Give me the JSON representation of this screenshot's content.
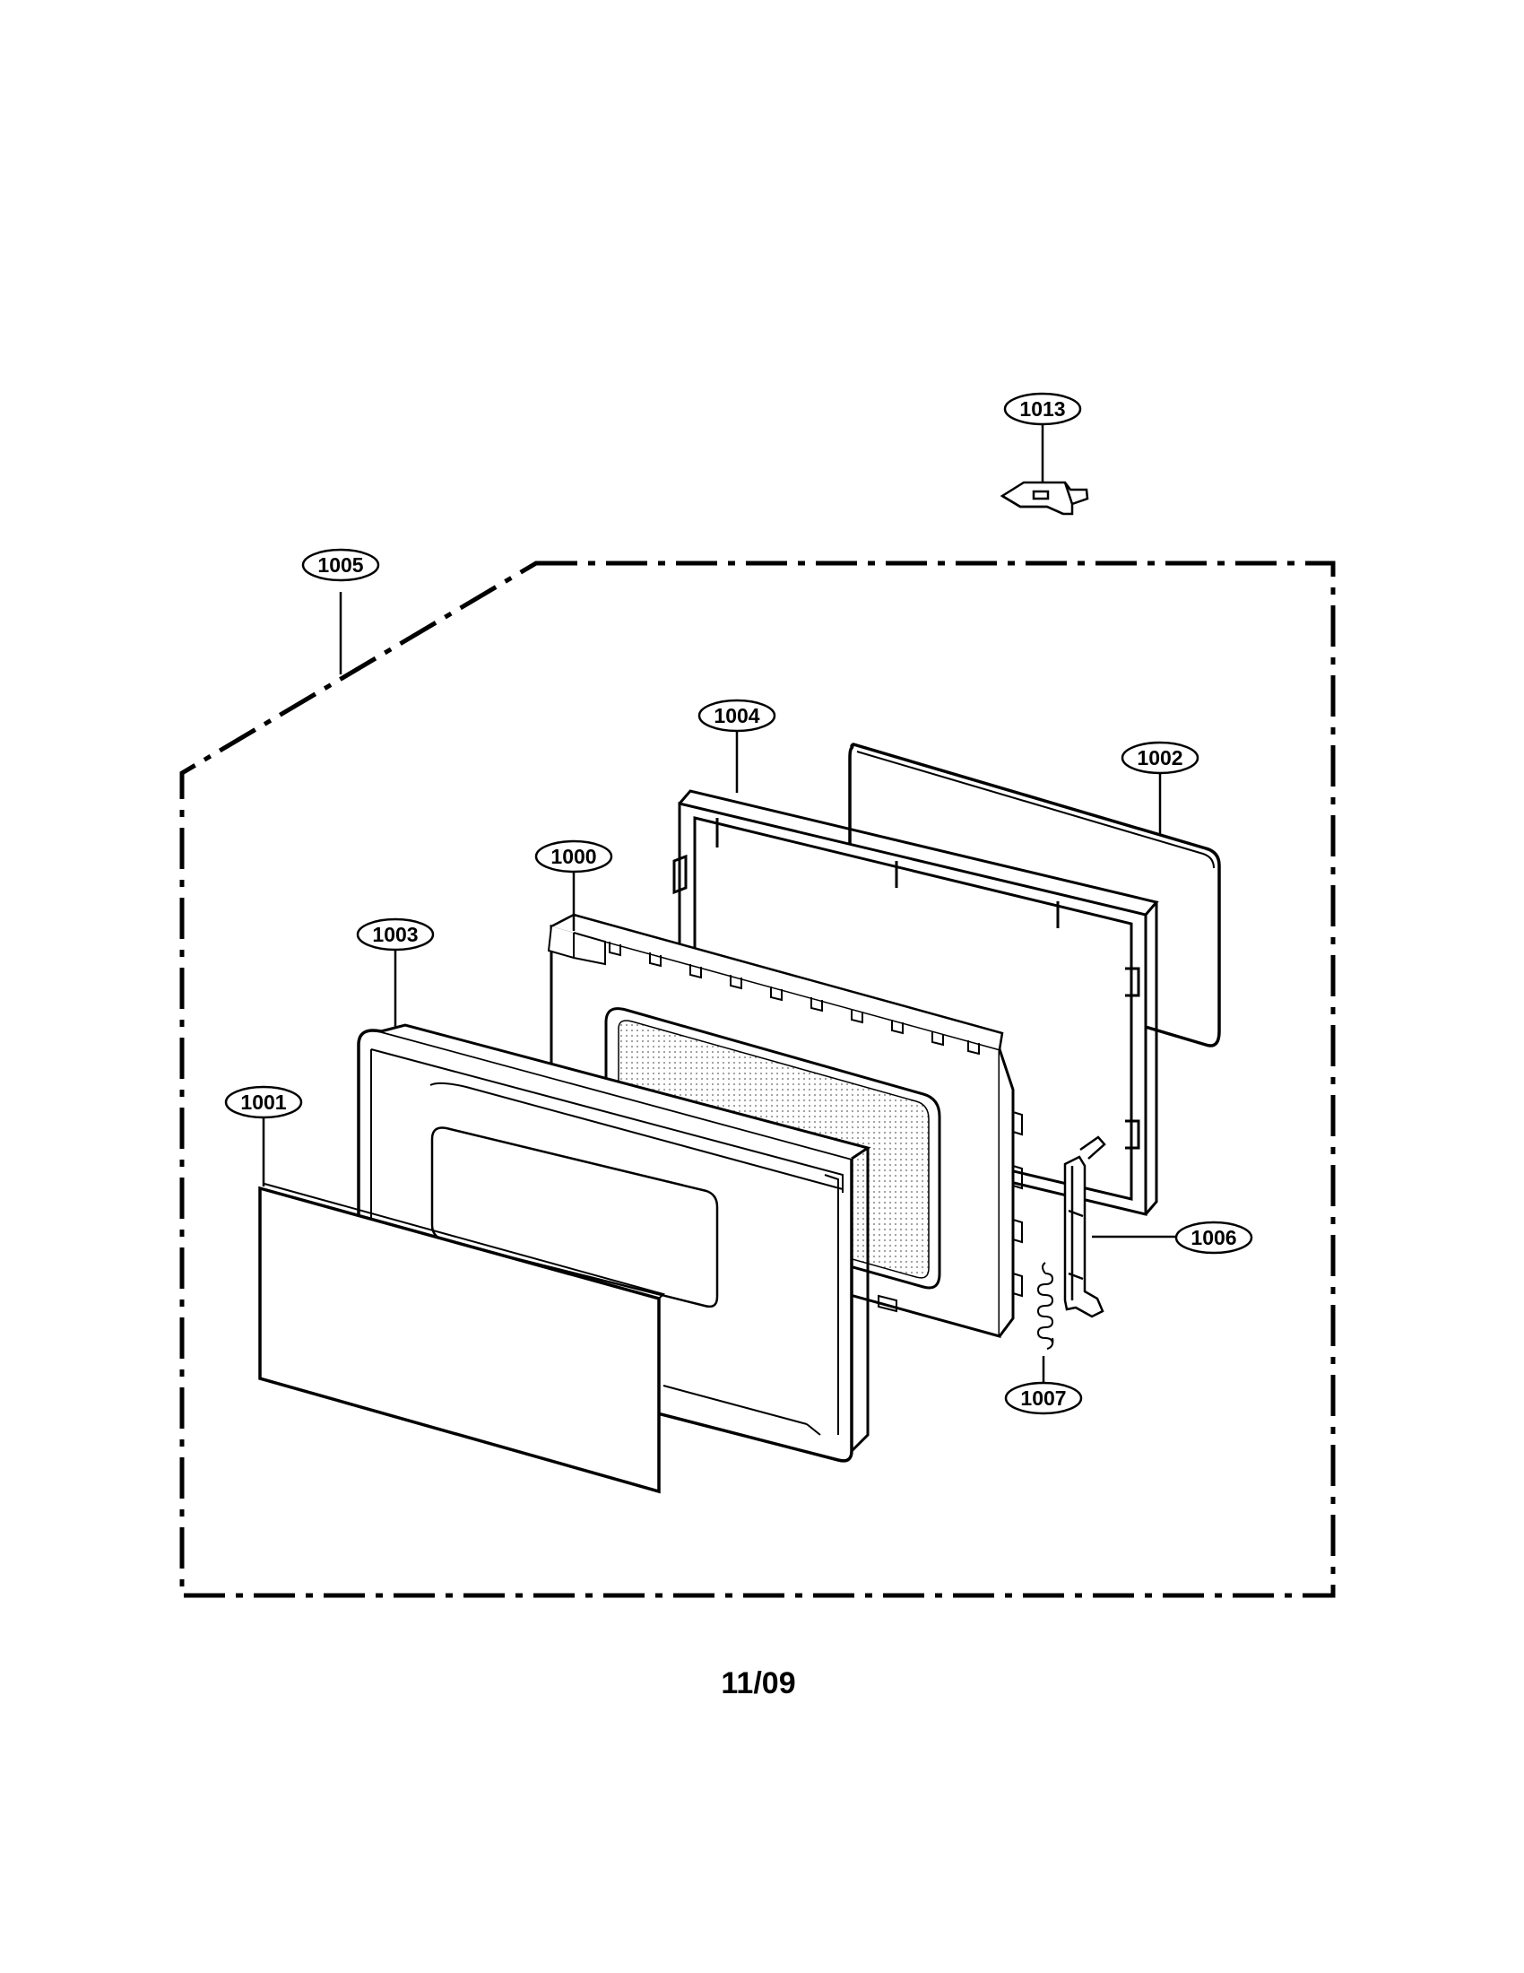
{
  "callouts": {
    "c1013": "1013",
    "c1005": "1005",
    "c1004": "1004",
    "c1002": "1002",
    "c1000": "1000",
    "c1003": "1003",
    "c1001": "1001",
    "c1006": "1006",
    "c1007": "1007"
  },
  "footer": {
    "code": "11/09"
  },
  "colors": {
    "line": "#000000",
    "background": "#ffffff",
    "dot_fill": "#d8d8d8"
  }
}
